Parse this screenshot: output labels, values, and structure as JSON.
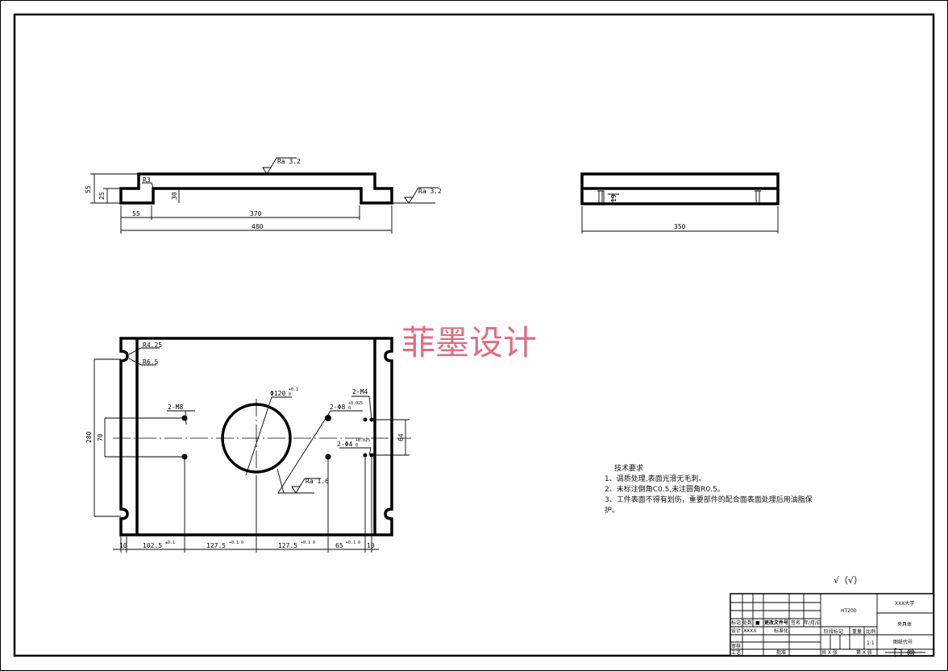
{
  "watermark": "菲墨设计",
  "front_view": {
    "roughness_top": "Ra 3.2",
    "roughness_right": "Ra 3.2",
    "radius": "R3",
    "dims": {
      "height_total": "55",
      "height_step": "25",
      "height_inner": "30",
      "step_width": "55",
      "slot_width": "370",
      "total_width": "480"
    }
  },
  "side_view": {
    "dims": {
      "bolt_height": "19",
      "width": "350"
    }
  },
  "top_view": {
    "radius_small": "R4.25",
    "radius_large": "R6.5",
    "bore": {
      "label": "Φ120",
      "tol_upper": "+0.1",
      "tol_lower": "0"
    },
    "m8": "2-M8",
    "pin8": {
      "label": "2-Φ8",
      "tol_upper": "+0.025",
      "tol_lower": "0"
    },
    "m4": "2-M4",
    "pin4": {
      "label": "2-Φ4",
      "tol_upper": "+0.025",
      "tol_lower": "0"
    },
    "roughness": "Ra 1.6",
    "dims_vertical": {
      "slot_span": "280",
      "m8_span": "70",
      "m4_span": "64"
    },
    "dims_bottom": [
      {
        "value": "10",
        "tol": ""
      },
      {
        "value": "102.5",
        "tol": "±0.1"
      },
      {
        "value": "127.5",
        "tol": "+0.1 0"
      },
      {
        "value": "127.5",
        "tol": "+0.1 0"
      },
      {
        "value": "65",
        "tol": "+0.1 0"
      },
      {
        "value": "10",
        "tol": ""
      }
    ]
  },
  "tech_requirements": {
    "title": "技术要求",
    "items": [
      "1、调质处理,表面光滑无毛刺。",
      "2、未标注倒角C0.5,未注圆角R0.5。",
      "3、工件表面不得有划伤，重要部件的配合面表面处理后用油脂保",
      "护。"
    ]
  },
  "surface_note": "√（√）",
  "title_block": {
    "material": "HT200",
    "school": "XXX大学",
    "part_name": "夹具体",
    "drawing_code": "图纸代号",
    "mark": "标记",
    "count": "处数",
    "zone": "■",
    "change_doc": "更改文件号",
    "signature": "签名",
    "date": "年/月/日",
    "design": "设计",
    "designer": "XXXX",
    "standardize": "标准化",
    "review": "审核",
    "process": "工艺",
    "approve": "批准",
    "stage_mark": "阶段标记",
    "weight": "重量",
    "scale_label": "比例",
    "scale": "1:1",
    "sheets_total": "共 X 张",
    "sheet_no": "第 X 张"
  }
}
